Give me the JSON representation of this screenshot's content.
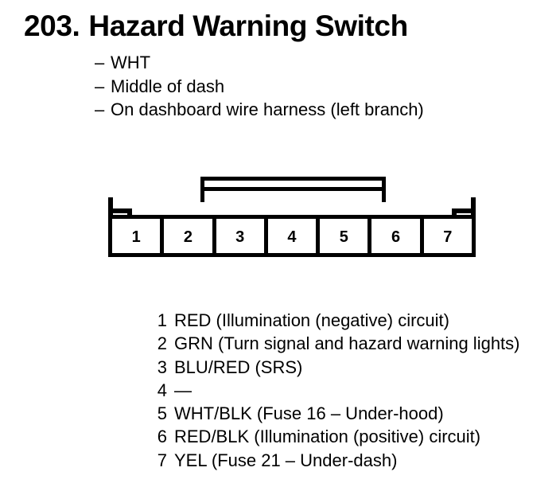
{
  "header": {
    "number": "203.",
    "title": "Hazard Warning Switch",
    "specs": [
      {
        "dash": "–",
        "text": "WHT"
      },
      {
        "dash": "–",
        "text": "Middle of dash"
      },
      {
        "dash": "–",
        "text": "On dashboard wire harness (left branch)"
      }
    ]
  },
  "connector": {
    "pin_count": 7,
    "pins": [
      {
        "label": "1"
      },
      {
        "label": "2"
      },
      {
        "label": "3"
      },
      {
        "label": "4"
      },
      {
        "label": "5"
      },
      {
        "label": "6"
      },
      {
        "label": "7"
      }
    ]
  },
  "legend": {
    "rows": [
      {
        "num": "1",
        "desc": "RED (Illumination (negative) circuit)"
      },
      {
        "num": "2",
        "desc": "GRN (Turn signal and hazard warning lights)"
      },
      {
        "num": "3",
        "desc": "BLU/RED (SRS)"
      },
      {
        "num": "4",
        "desc": "—"
      },
      {
        "num": "5",
        "desc": "WHT/BLK (Fuse 16 – Under-hood)"
      },
      {
        "num": "6",
        "desc": "RED/BLK (Illumination (positive) circuit)"
      },
      {
        "num": "7",
        "desc": "YEL (Fuse 21 – Under-dash)"
      }
    ]
  },
  "colors": {
    "ink": "#000000",
    "page": "#ffffff"
  }
}
